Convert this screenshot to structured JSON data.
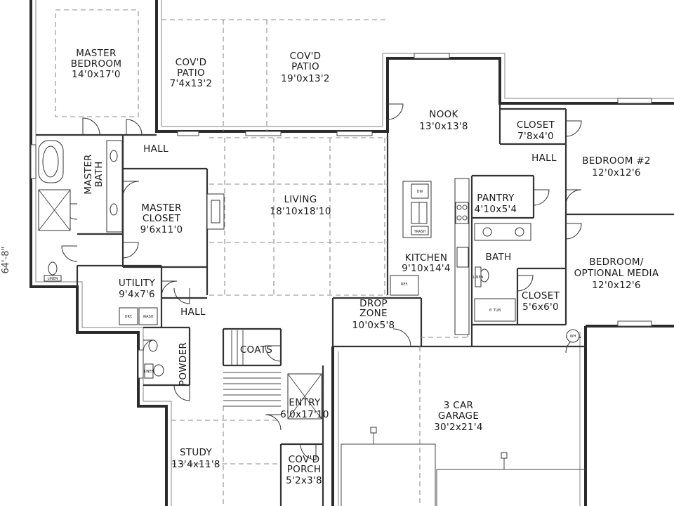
{
  "dimension_label": "64'-8\"",
  "rooms": {
    "master_bedroom": {
      "name_line1": "MASTER",
      "name_line2": "BEDROOM",
      "size": "14'0x17'0"
    },
    "covd_patio_1": {
      "name_line1": "COV'D",
      "name_line2": "PATIO",
      "size": "7'4x13'2"
    },
    "covd_patio_2": {
      "name_line1": "COV'D",
      "name_line2": "PATIO",
      "size": "19'0x13'2"
    },
    "nook": {
      "name": "NOOK",
      "size": "13'0x13'8"
    },
    "closet_top": {
      "name": "CLOSET",
      "size": "7'8x4'0"
    },
    "bedroom_2": {
      "name": "BEDROOM #2",
      "size": "12'0x12'6"
    },
    "hall_top_left": {
      "name": "HALL"
    },
    "hall_right": {
      "name": "HALL"
    },
    "master_bath": {
      "name_line1": "MASTER",
      "name_line2": "BATH"
    },
    "master_closet": {
      "name_line1": "MASTER",
      "name_line2": "CLOSET",
      "size": "9'6x11'0"
    },
    "living": {
      "name": "LIVING",
      "size": "18'10x18'10"
    },
    "pantry": {
      "name": "PANTRY",
      "size": "4'10x5'4"
    },
    "kitchen": {
      "name": "KITCHEN",
      "size": "9'10x14'4"
    },
    "bath": {
      "name": "BATH"
    },
    "bedroom_media": {
      "name_line1": "BEDROOM/",
      "name_line2": "OPTIONAL MEDIA",
      "size": "12'0x12'6"
    },
    "closet_right": {
      "name": "CLOSET",
      "size": "5'6x6'0"
    },
    "utility": {
      "name": "UTILITY",
      "size": "9'4x7'6"
    },
    "hall_center": {
      "name": "HALL"
    },
    "drop_zone": {
      "name_line1": "DROP",
      "name_line2": "ZONE",
      "size": "10'0x5'8"
    },
    "coats": {
      "name": "COATS"
    },
    "powder": {
      "name": "POWDER"
    },
    "entry": {
      "name": "ENTRY",
      "size": "6'0x17'10"
    },
    "garage": {
      "name_line1": "3 CAR",
      "name_line2": "GARAGE",
      "size": "30'2x21'4"
    },
    "study": {
      "name": "STUDY",
      "size": "13'4x11'8"
    },
    "covd_porch": {
      "name_line1": "COV'D",
      "name_line2": "PORCH",
      "size": "5'2x3'8"
    }
  },
  "fixture_labels": {
    "linen_1": "LINEN",
    "linen_2": "LINEN",
    "linen_3": "LINEN",
    "dryer": "DRY.",
    "washer": "WASH",
    "refrigerator": "REF.",
    "trash": "TRASH",
    "water_heater": "WH",
    "tub": "6' TUB",
    "dishwasher": "DW"
  }
}
